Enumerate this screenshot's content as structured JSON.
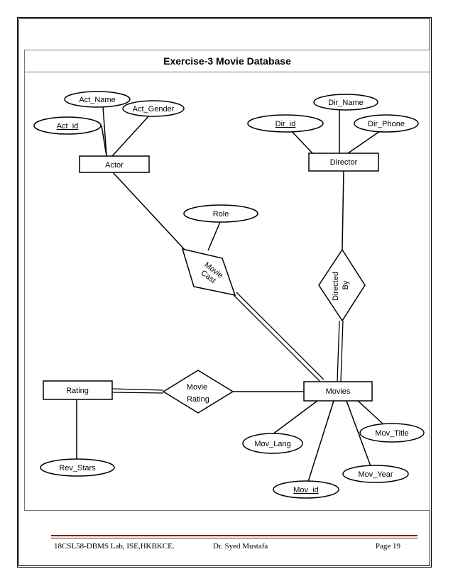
{
  "header": {
    "title": "Exercise-3 Movie Database"
  },
  "entities": {
    "actor": "Actor",
    "director": "Director",
    "movies": "Movies",
    "rating": "Rating"
  },
  "attributes": {
    "act_name": "Act_Name",
    "act_gender": "Act_Gender",
    "act_id": "Act_id",
    "dir_name": "Dir_Name",
    "dir_id": "Dir_id",
    "dir_phone": "Dir_Phone",
    "role": "Role",
    "rev_stars": "Rev_Stars",
    "mov_lang": "Mov_Lang",
    "mov_title": "Mov_Title",
    "mov_year": "Mov_Year",
    "mov_id": "Mov_id"
  },
  "relationships": {
    "movie_cast": [
      "Movie",
      "Cast"
    ],
    "directed_by": [
      "Directed",
      "By"
    ],
    "movie_rating": [
      "Movie",
      "Rating"
    ]
  },
  "footer": {
    "left": "18CSL58-DBMS Lab, ISE,HKBKCE.",
    "middle": "Dr. Syed Mustafa",
    "right": "Page 19"
  }
}
